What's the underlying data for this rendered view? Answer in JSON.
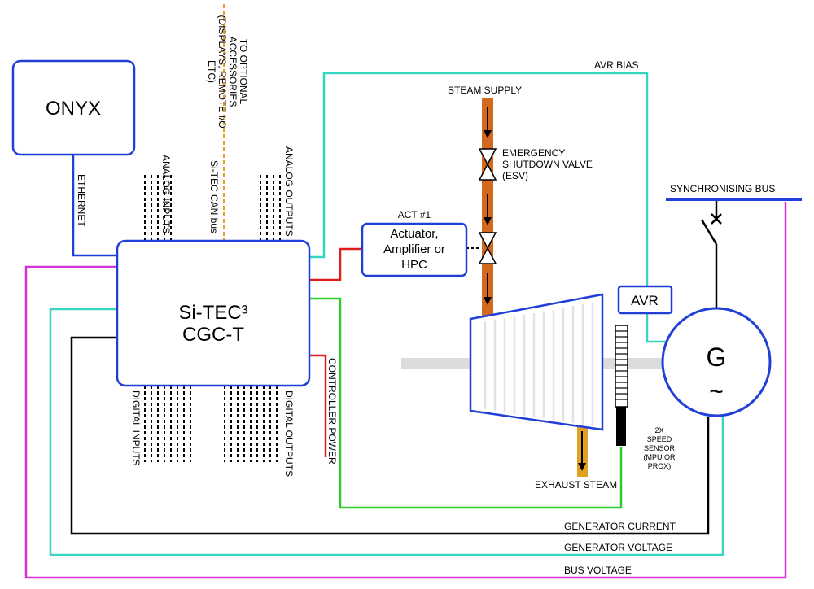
{
  "blocks": {
    "onyx": "ONYX",
    "controller_line1": "Si-TEC³",
    "controller_line2": "CGC-T",
    "actuator_title": "ACT #1",
    "actuator_line1": "Actuator,",
    "actuator_line2": "Amplifier or",
    "actuator_line3": "HPC",
    "avr": "AVR",
    "generator_letter": "G",
    "generator_symbol": "~"
  },
  "labels": {
    "ethernet": "ETHERNET",
    "analog_inputs": "ANALOG INPUTS",
    "can_bus": "Si-TEC CAN bus",
    "accessories_line1": "TO OPTIONAL",
    "accessories_line2": "ACCESSORIES",
    "accessories_line3": "(DISPLAYS, REMOTE I/O",
    "accessories_line4": "ETC)",
    "analog_outputs": "ANALOG OUTPUTS",
    "digital_inputs": "DIGITAL INPUTS",
    "digital_outputs": "DIGITAL OUTPUTS",
    "controller_power": "CONTROLLER POWER",
    "avr_bias": "AVR BIAS",
    "steam_supply": "STEAM SUPPLY",
    "esv_line1": "EMERGENCY",
    "esv_line2": "SHUTDOWN VALVE",
    "esv_line3": "(ESV)",
    "synchronising_bus": "SYNCHRONISING BUS",
    "exhaust_steam": "EXHAUST STEAM",
    "speed_line1": "2X",
    "speed_line2": "SPEED",
    "speed_line3": "SENSOR",
    "speed_line4": "(MPU OR",
    "speed_line5": "PROX)",
    "generator_current": "GENERATOR CURRENT",
    "generator_voltage": "GENERATOR VOLTAGE",
    "bus_voltage": "BUS VOLTAGE"
  },
  "colors": {
    "block_border": "#1f3fd6",
    "cyan": "#35d6c0",
    "magenta": "#d633d6",
    "red": "#e01c1c",
    "green": "#2ecc2e",
    "black": "#000000",
    "steam": "#d2691e",
    "exhaust": "#e0a020",
    "can": "#e8a020",
    "shaft": "#dcdcdc"
  }
}
